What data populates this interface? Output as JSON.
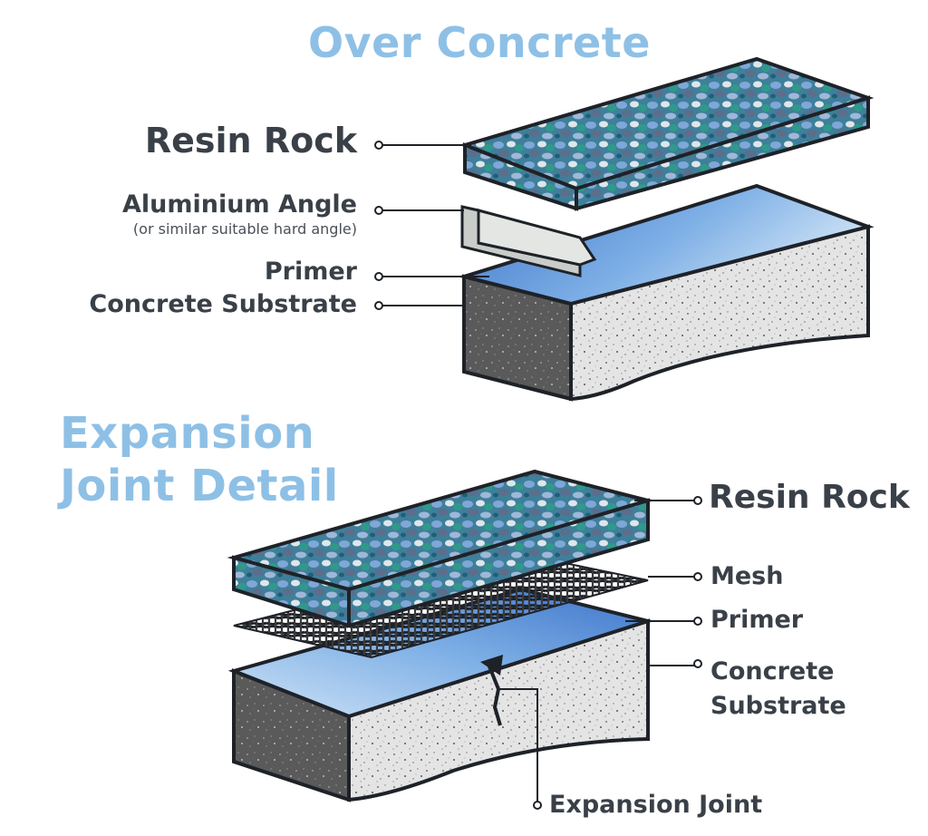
{
  "titles": {
    "over_concrete": "Over Concrete",
    "expansion_line1": "Expansion",
    "expansion_line2": "Joint Detail"
  },
  "top_labels": {
    "resin_rock": "Resin Rock",
    "aluminium_angle": "Aluminium Angle",
    "aluminium_angle_note": "(or similar suitable hard angle)",
    "primer": "Primer",
    "concrete_substrate": "Concrete Substrate"
  },
  "bottom_labels": {
    "resin_rock": "Resin Rock",
    "mesh": "Mesh",
    "primer": "Primer",
    "concrete_line1": "Concrete",
    "concrete_line2": "Substrate",
    "expansion_joint": "Expansion Joint"
  },
  "colors": {
    "title": "#8ec0e6",
    "label": "#3a4048",
    "outline": "#1e2228",
    "resin_base": "#3f7f9a",
    "primer_blue": "#5a8fd6",
    "concrete_light": "#e4e4e4",
    "concrete_dark": "#5a5a5a",
    "angle": "#c9ccc8"
  }
}
